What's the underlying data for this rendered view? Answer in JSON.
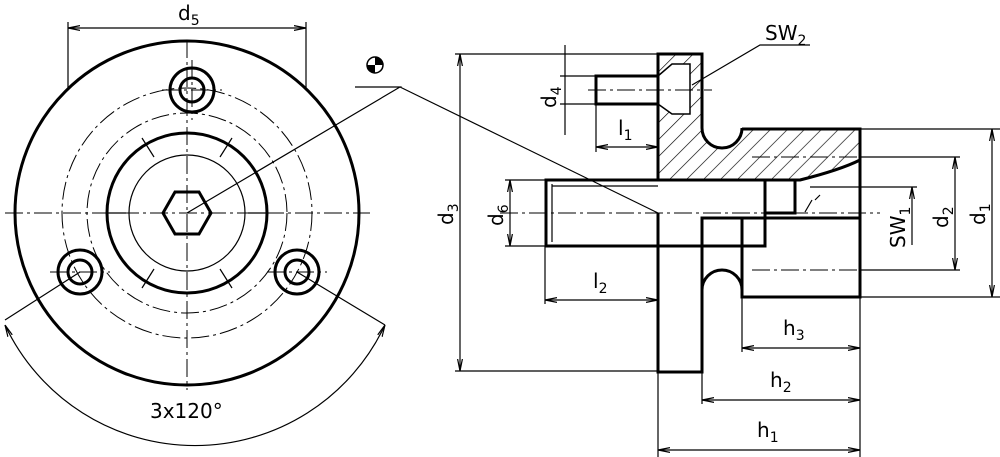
{
  "title": "Flange nut with screws – technical drawing",
  "labels": {
    "d5": {
      "main": "d",
      "sub": "5"
    },
    "angle": "3x120°",
    "d3": {
      "main": "d",
      "sub": "3"
    },
    "d6": {
      "main": "d",
      "sub": "6"
    },
    "l2": {
      "main": "l",
      "sub": "2"
    },
    "d4": {
      "main": "d",
      "sub": "4"
    },
    "l1": {
      "main": "l",
      "sub": "1"
    },
    "sw2": {
      "main": "SW",
      "sub": "2"
    },
    "sw1": {
      "main": "SW",
      "sub": "1"
    },
    "d2": {
      "main": "d",
      "sub": "2"
    },
    "d1": {
      "main": "d",
      "sub": "1"
    },
    "h3": {
      "main": "h",
      "sub": "3"
    },
    "h2": {
      "main": "h",
      "sub": "2"
    },
    "h1": {
      "main": "h",
      "sub": "1"
    }
  },
  "symbols": {
    "center_of_gravity": "center-of-gravity-symbol"
  }
}
